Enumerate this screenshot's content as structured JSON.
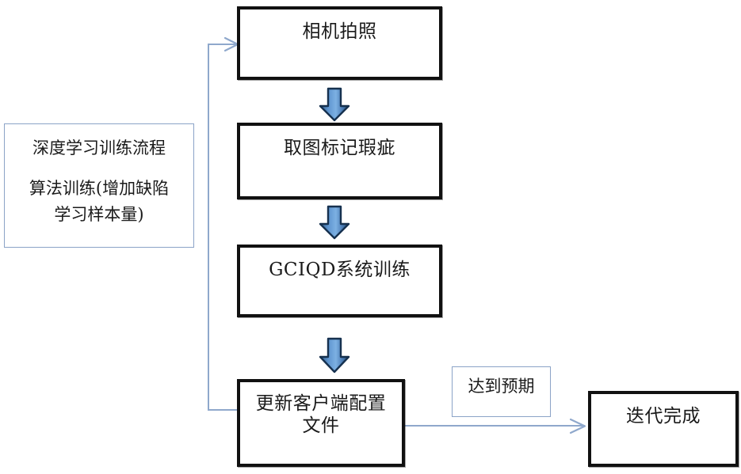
{
  "diagram": {
    "title": "深度学习训练流程",
    "nodes": {
      "camera": {
        "label": "相机拍照"
      },
      "mark_defect": {
        "label": "取图标记瑕疵"
      },
      "system_train": {
        "label": "GCIQD系统训练"
      },
      "update_config": {
        "label": "更新客户端配置\n文件"
      },
      "iteration_done": {
        "label": "迭代完成"
      }
    },
    "notes": {
      "training_flow": {
        "line1": "深度学习训练流程",
        "line2": "算法训练(增加缺陷\n学习样本量)"
      },
      "expectation_met": {
        "label": "达到预期"
      }
    },
    "connector_labels": {
      "feedback": "",
      "to_done": ""
    },
    "colors": {
      "box_border": "#111111",
      "note_border": "#8ba3c7",
      "connector": "#8fa8cc",
      "block_arrow_fill_light": "#6f9ed6",
      "block_arrow_fill_dark": "#2d5a8e",
      "block_arrow_outline": "#1b3a5c",
      "text": "#1a1a1a",
      "background": "#ffffff"
    }
  }
}
